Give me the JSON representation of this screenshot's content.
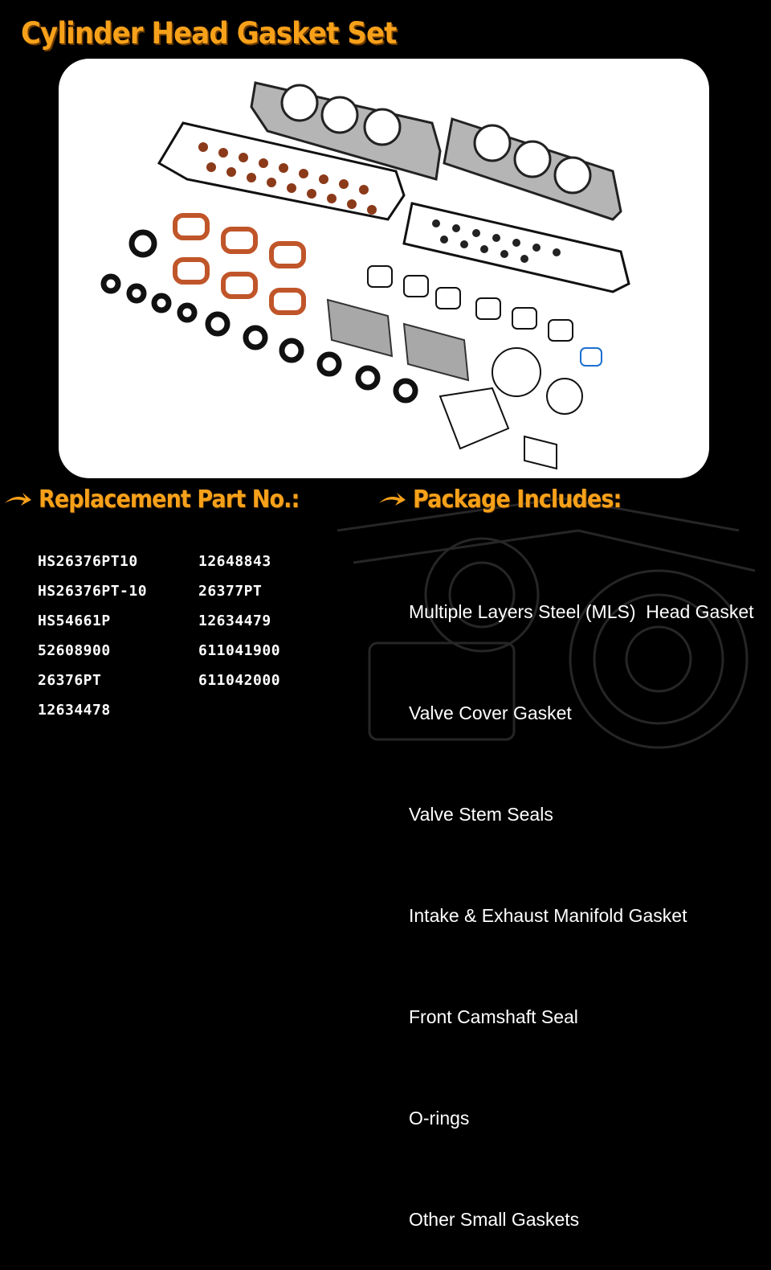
{
  "title": "Cylinder Head Gasket Set",
  "replacement": {
    "heading": "Replacement Part No.:",
    "col1": [
      "HS26376PT10",
      "HS26376PT-10",
      "HS54661P",
      "52608900",
      "26376PT",
      "12634478"
    ],
    "col2": [
      "12648843",
      "26377PT",
      "12634479",
      "611041900",
      "611042000"
    ]
  },
  "package": {
    "heading": "Package Includes:",
    "items": [
      "Multiple Layers Steel (MLS)  Head Gasket",
      "Valve Cover Gasket",
      "Valve Stem Seals",
      "Intake & Exhaust Manifold Gasket",
      "Front Camshaft Seal",
      "O-rings",
      "Other Small Gaskets"
    ]
  },
  "colors": {
    "accent": "#f7a11a",
    "text": "#ffffff",
    "background": "#000000"
  }
}
